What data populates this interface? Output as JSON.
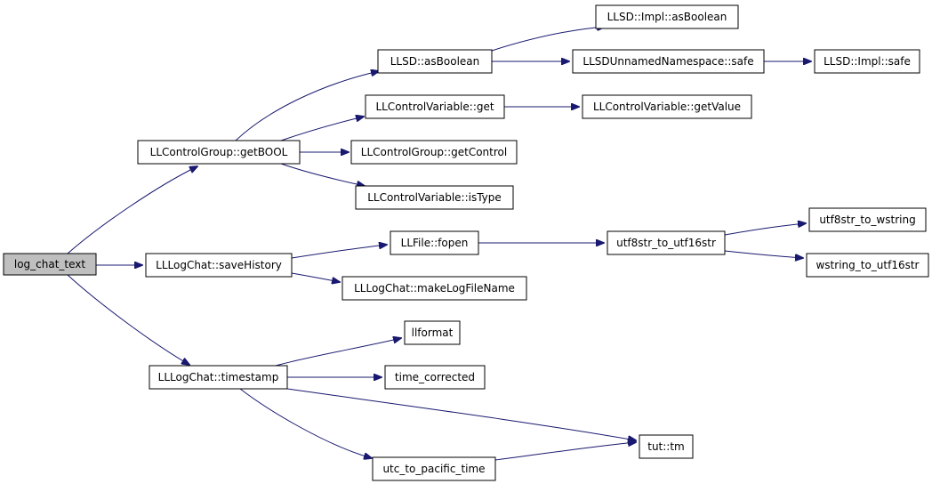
{
  "nodes": {
    "log_chat_text": "log_chat_text",
    "getBOOL": "LLControlGroup::getBOOL",
    "saveHistory": "LLLogChat::saveHistory",
    "timestamp": "LLLogChat::timestamp",
    "asBoolean": "LLSD::asBoolean",
    "cv_get": "LLControlVariable::get",
    "getControl": "LLControlGroup::getControl",
    "isType": "LLControlVariable::isType",
    "impl_asBoolean": "LLSD::Impl::asBoolean",
    "unnamed_safe": "LLSDUnnamedNamespace::safe",
    "impl_safe": "LLSD::Impl::safe",
    "getValue": "LLControlVariable::getValue",
    "fopen": "LLFile::fopen",
    "makeLogFileName": "LLLogChat::makeLogFileName",
    "utf8_to_utf16": "utf8str_to_utf16str",
    "utf8_to_wstring": "utf8str_to_wstring",
    "wstring_to_utf16": "wstring_to_utf16str",
    "llformat": "llformat",
    "time_corrected": "time_corrected",
    "tut_tm": "tut::tm",
    "utc_to_pacific": "utc_to_pacific_time"
  },
  "edges": [
    [
      "log_chat_text",
      "getBOOL"
    ],
    [
      "log_chat_text",
      "saveHistory"
    ],
    [
      "log_chat_text",
      "timestamp"
    ],
    [
      "getBOOL",
      "asBoolean"
    ],
    [
      "getBOOL",
      "cv_get"
    ],
    [
      "getBOOL",
      "getControl"
    ],
    [
      "getBOOL",
      "isType"
    ],
    [
      "asBoolean",
      "impl_asBoolean"
    ],
    [
      "asBoolean",
      "unnamed_safe"
    ],
    [
      "unnamed_safe",
      "impl_safe"
    ],
    [
      "cv_get",
      "getValue"
    ],
    [
      "saveHistory",
      "fopen"
    ],
    [
      "saveHistory",
      "makeLogFileName"
    ],
    [
      "fopen",
      "utf8_to_utf16"
    ],
    [
      "utf8_to_utf16",
      "utf8_to_wstring"
    ],
    [
      "utf8_to_utf16",
      "wstring_to_utf16"
    ],
    [
      "timestamp",
      "llformat"
    ],
    [
      "timestamp",
      "time_corrected"
    ],
    [
      "timestamp",
      "tut_tm"
    ],
    [
      "timestamp",
      "utc_to_pacific"
    ],
    [
      "utc_to_pacific",
      "tut_tm"
    ]
  ],
  "colors": {
    "edge": "#191970",
    "root_fill": "#bfbfbf",
    "node_fill": "#ffffff",
    "node_border": "#000000"
  }
}
